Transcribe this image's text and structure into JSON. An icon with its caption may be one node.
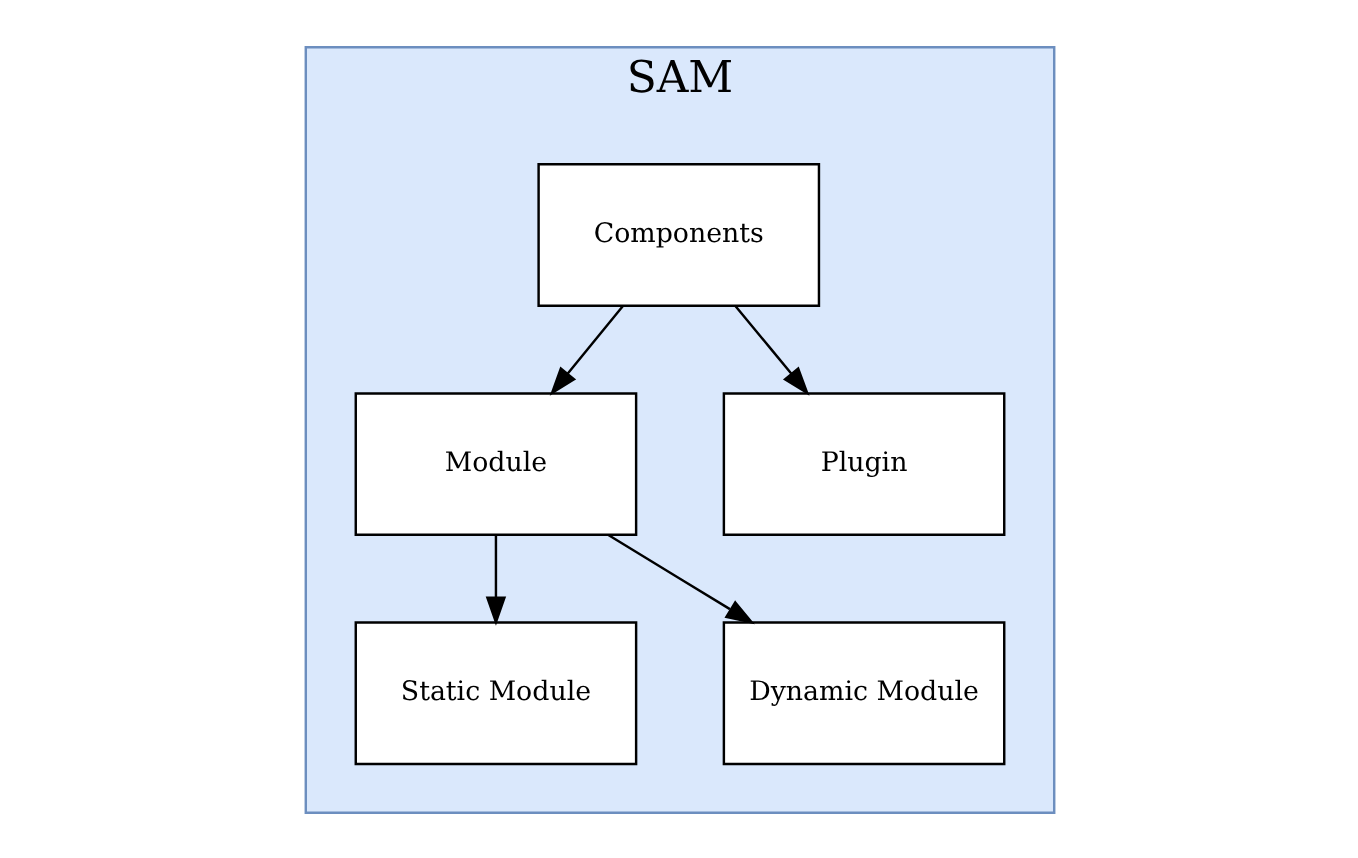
{
  "diagram": {
    "nodes": [
      {
        "text": [
          "SAM"
        ]
      },
      {
        "text": [
          "Components"
        ],
        "in": 0
      },
      {
        "text": [
          "Module"
        ],
        "in": 0
      },
      {
        "text": [
          "Plugin"
        ],
        "in": 0
      },
      {
        "text": [
          "Static Module"
        ],
        "in": 0
      },
      {
        "text": [
          "Dynamic Module"
        ],
        "in": 0
      }
    ],
    "edges": [
      {
        "from": 1,
        "to": 2,
        "arrow": "to"
      },
      {
        "from": 1,
        "to": 3,
        "arrow": "to"
      },
      {
        "from": 2,
        "to": 4,
        "arrow": "to"
      },
      {
        "from": 2,
        "to": 5,
        "arrow": "to"
      }
    ]
  }
}
